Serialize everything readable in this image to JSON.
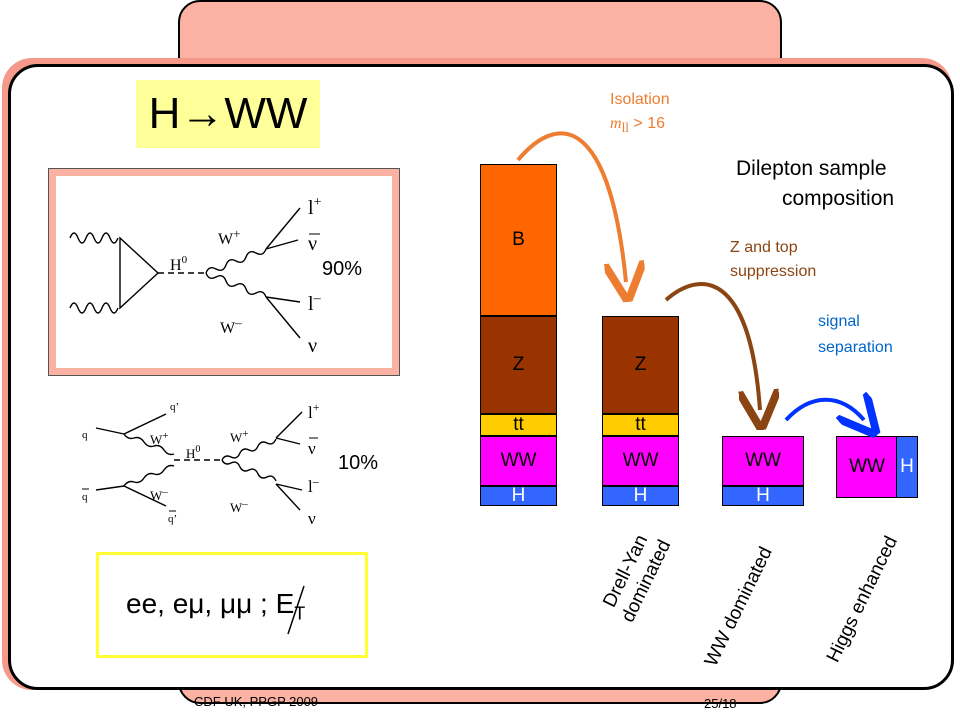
{
  "slide": {
    "title": "H→WW",
    "footer_left": "CDF UK, PPGP 2009",
    "footer_right": "25/18",
    "final_state": "ee, eμ, μμ ; E",
    "final_state_sub": "T",
    "heading_line1": "Dilepton sample",
    "heading_line2": "composition",
    "pct_gluon": "90%",
    "pct_vbf": "10%"
  },
  "diagrams": {
    "gg": {
      "h": "H",
      "h_sup": "0",
      "wp": "W",
      "wp_sup": "+",
      "wm": "W",
      "wm_sup": "–",
      "lp": "l",
      "lp_sup": "+",
      "nubar": "ν",
      "lm": "l",
      "lm_sup": "–",
      "nu": "ν"
    },
    "vbf": {
      "q": "q",
      "qbar": "q",
      "qp": "q’",
      "qbarp": "q’",
      "wp1": "W",
      "wp1_sup": "+",
      "wm1": "W",
      "wm1_sup": "–",
      "h": "H",
      "h_sup": "0",
      "wp2": "W",
      "wp2_sup": "+",
      "wm2": "W",
      "wm2_sup": "–",
      "lp": "l",
      "lp_sup": "+",
      "nubar": "ν",
      "lm": "l",
      "lm_sup": "–",
      "nu": "ν"
    }
  },
  "stacks": {
    "col1": {
      "b": "B",
      "z": "Z",
      "tt": "tt",
      "ww": "WW",
      "h": "H"
    },
    "col2": {
      "z": "Z",
      "tt": "tt",
      "ww": "WW",
      "h": "H"
    },
    "col3": {
      "ww": "WW",
      "h": "H"
    },
    "col4": {
      "ww": "WW",
      "h": "H"
    }
  },
  "arrows": {
    "isolation_line1": "Isolation",
    "isolation_m": "m",
    "isolation_sub": "ll",
    "isolation_rest": " > 16",
    "ztop_line1": "Z and top",
    "ztop_line2": "suppression",
    "signal_line1": "signal",
    "signal_line2": "separation"
  },
  "column_labels": {
    "drell_line1": "Drell-Yan",
    "drell_line2": "dominated",
    "ww": "WW dominated",
    "higgs": "Higgs enhanced"
  },
  "colors": {
    "background_pink": "#fbb2a3",
    "title_yellow": "#ffff99",
    "B": "#ff6600",
    "Z": "#993300",
    "tt": "#ffcc00",
    "WW": "#ff00ff",
    "H": "#3366ff",
    "isolation_arrow": "#ed7d31",
    "ztop_arrow": "#a0522d",
    "signal_arrow": "#0033ff"
  }
}
